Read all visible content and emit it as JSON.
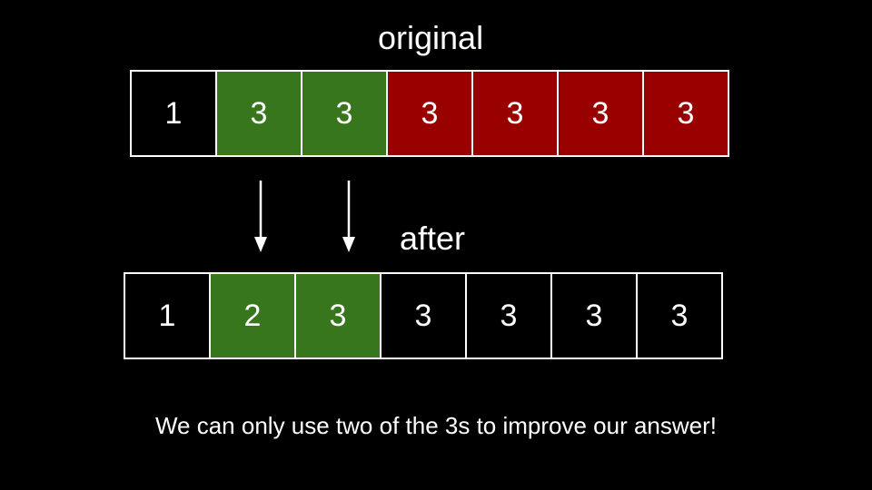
{
  "titles": {
    "original": "original",
    "after": "after"
  },
  "colors": {
    "background": "#000000",
    "border": "#ffffff",
    "text": "#ffffff",
    "green": "#38761d",
    "red": "#990000",
    "empty": "#000000"
  },
  "original_row": [
    {
      "value": "1",
      "fill": "empty"
    },
    {
      "value": "3",
      "fill": "green"
    },
    {
      "value": "3",
      "fill": "green"
    },
    {
      "value": "3",
      "fill": "red"
    },
    {
      "value": "3",
      "fill": "red"
    },
    {
      "value": "3",
      "fill": "red"
    },
    {
      "value": "3",
      "fill": "red"
    }
  ],
  "after_row": [
    {
      "value": "1",
      "fill": "empty"
    },
    {
      "value": "2",
      "fill": "green"
    },
    {
      "value": "3",
      "fill": "green"
    },
    {
      "value": "3",
      "fill": "empty"
    },
    {
      "value": "3",
      "fill": "empty"
    },
    {
      "value": "3",
      "fill": "empty"
    },
    {
      "value": "3",
      "fill": "empty"
    }
  ],
  "arrows": {
    "from_row": "original",
    "to_row": "after",
    "columns": [
      1,
      2
    ],
    "icon": "arrow-down-icon"
  },
  "caption": "We can only use two of the 3s to improve our answer!"
}
